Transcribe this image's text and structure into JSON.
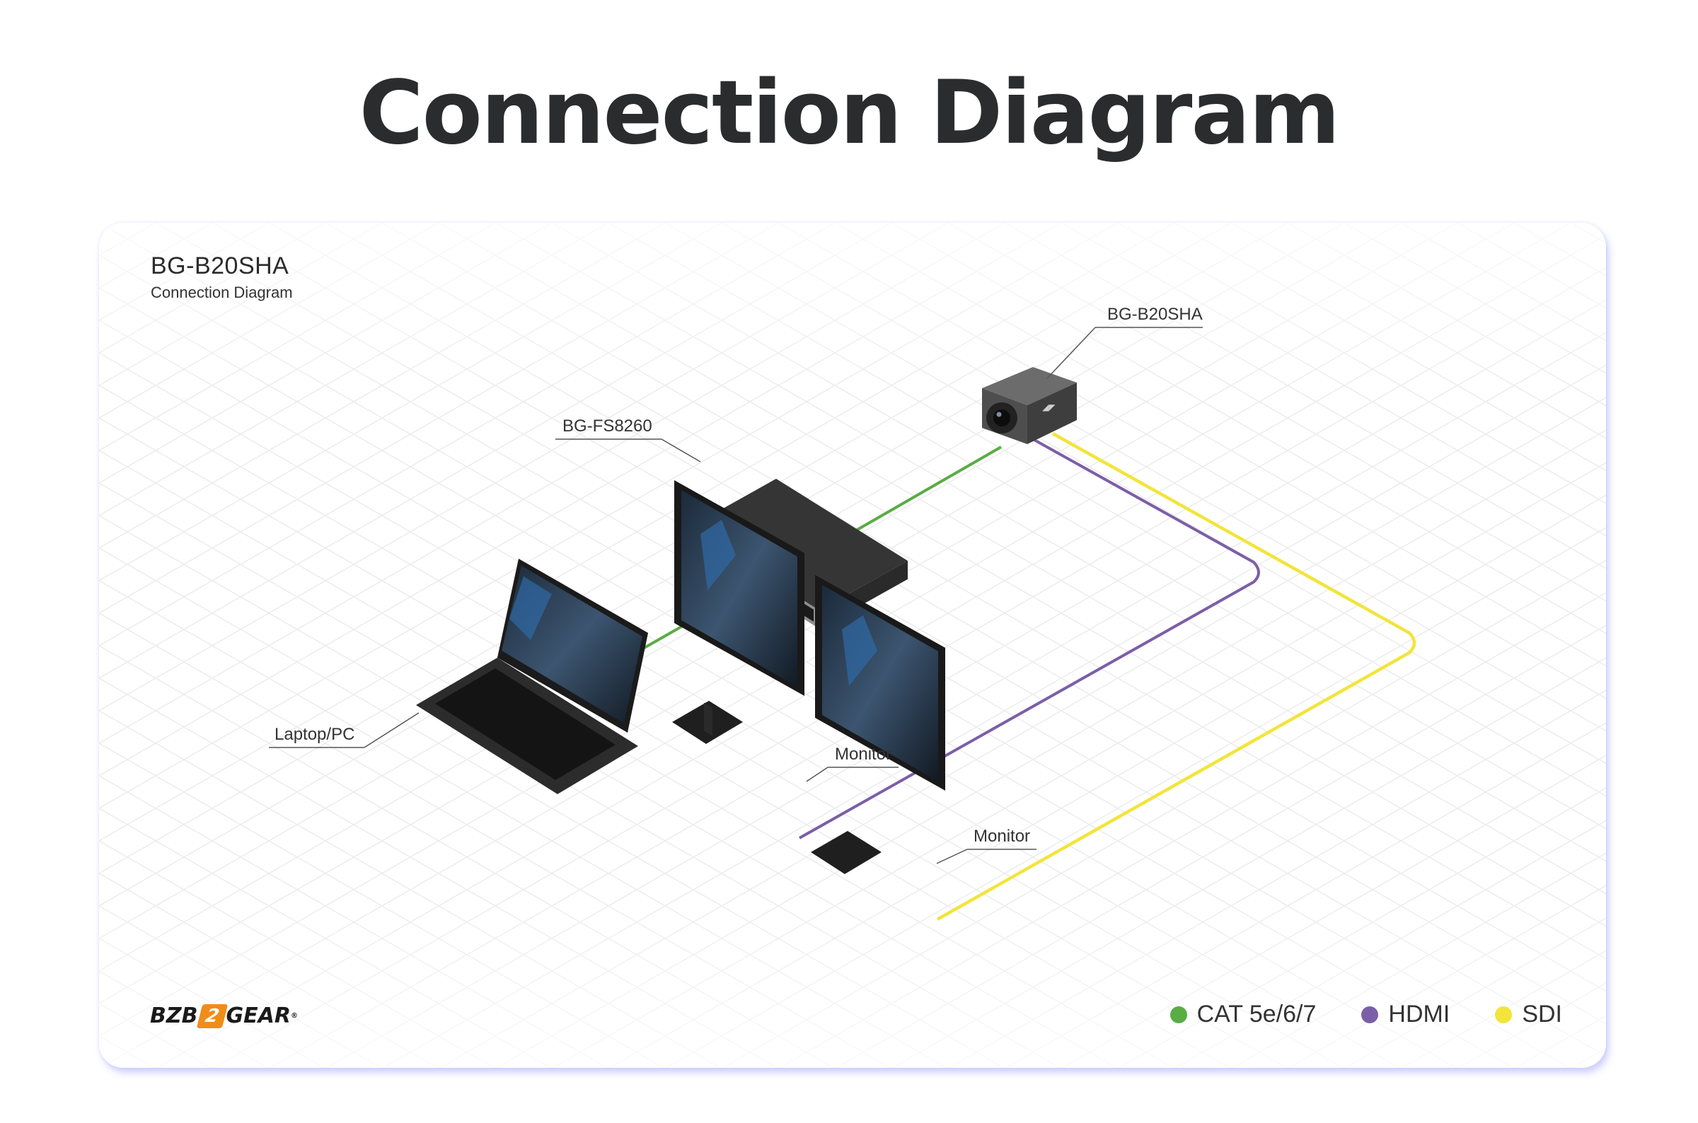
{
  "page": {
    "title": "Connection Diagram"
  },
  "card": {
    "heading": "BG-B20SHA",
    "subheading": "Connection Diagram"
  },
  "callouts": {
    "camera": "BG-B20SHA",
    "switch": "BG-FS8260",
    "laptop": "Laptop/PC",
    "monitor_1": "Monitor",
    "monitor_2": "Monitor"
  },
  "brand": {
    "left": "BZB",
    "mark": "2",
    "right": "GEAR",
    "reg": "®"
  },
  "legend": [
    {
      "label": "CAT 5e/6/7",
      "color": "#5aac44"
    },
    {
      "label": "HDMI",
      "color": "#7b5ea8"
    },
    {
      "label": "SDI",
      "color": "#f3e43a"
    }
  ],
  "cables": {
    "cat": "#5aac44",
    "hdmi": "#7b5ea8",
    "sdi": "#f3e43a"
  },
  "devices": {
    "camera": "camera-icon",
    "switch": "network-switch-icon",
    "laptop": "laptop-icon",
    "monitor": "monitor-icon"
  }
}
